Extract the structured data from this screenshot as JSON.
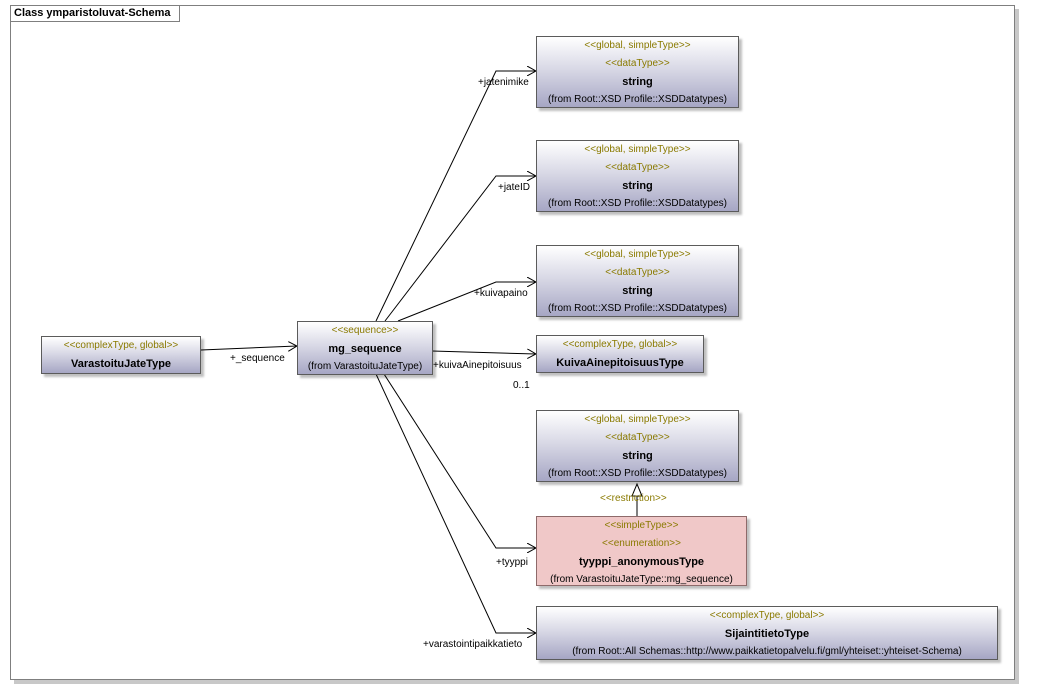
{
  "frame": {
    "title": "Class ymparistoluvat-Schema"
  },
  "classes": {
    "varastoitu": {
      "stereotypes": [
        "<<complexType, global>>"
      ],
      "name": "VarastoituJateType"
    },
    "mg_sequence": {
      "stereotypes": [
        "<<sequence>>"
      ],
      "name": "mg_sequence",
      "from": "(from VarastoituJateType)"
    },
    "string1": {
      "stereotypes": [
        "<<global, simpleType>>",
        "<<dataType>>"
      ],
      "name": "string",
      "from": "(from Root::XSD Profile::XSDDatatypes)"
    },
    "string2": {
      "stereotypes": [
        "<<global, simpleType>>",
        "<<dataType>>"
      ],
      "name": "string",
      "from": "(from Root::XSD Profile::XSDDatatypes)"
    },
    "string3": {
      "stereotypes": [
        "<<global, simpleType>>",
        "<<dataType>>"
      ],
      "name": "string",
      "from": "(from Root::XSD Profile::XSDDatatypes)"
    },
    "kuiva": {
      "stereotypes": [
        "<<complexType, global>>"
      ],
      "name": "KuivaAinepitoisuusType"
    },
    "string4": {
      "stereotypes": [
        "<<global, simpleType>>",
        "<<dataType>>"
      ],
      "name": "string",
      "from": "(from Root::XSD Profile::XSDDatatypes)"
    },
    "tyyppi": {
      "stereotypes": [
        "<<simpleType>>",
        "<<enumeration>>"
      ],
      "name": "tyyppi_anonymousType",
      "from": "(from VarastoituJateType::mg_sequence)"
    },
    "sijainti": {
      "stereotypes": [
        "<<complexType, global>>"
      ],
      "name": "SijaintitietoType",
      "from": "(from Root::All Schemas::http://www.paikkatietopalvelu.fi/gml/yhteiset::yhteiset-Schema)"
    }
  },
  "roles": {
    "sequence": "+_sequence",
    "jatenimike": "+jatenimike",
    "jateID": "+jateID",
    "kuivapaino": "+kuivapaino",
    "kuivaAinepitoisuus": "+kuivaAinepitoisuus",
    "kuivaMultiplicity": "0..1",
    "tyyppi": "+tyyppi",
    "varastointipaikkatieto": "+varastointipaikkatieto",
    "restriction": "<<restriction>>"
  }
}
